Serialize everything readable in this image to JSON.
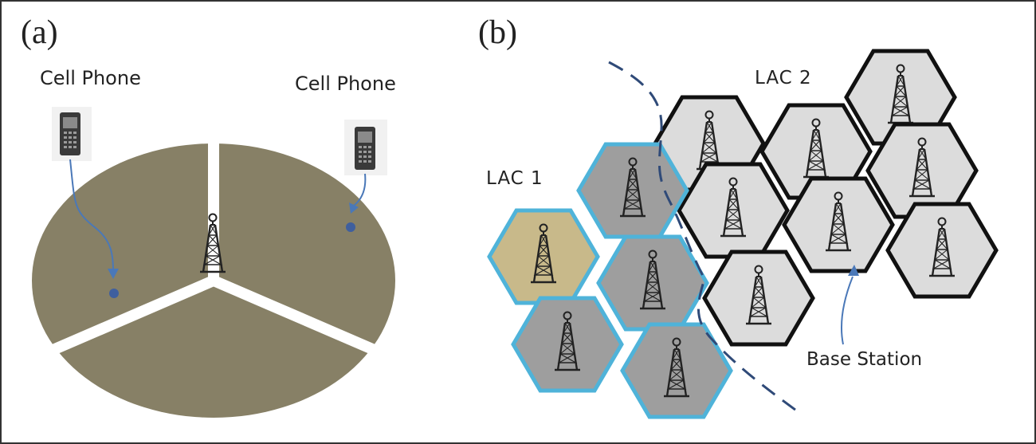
{
  "panels": {
    "a": {
      "label": "(a)",
      "phone_left_label": "Cell Phone",
      "phone_right_label": "Cell Phone",
      "sector_count": 3
    },
    "b": {
      "label": "(b)",
      "lac1_label": "LAC 1",
      "lac2_label": "LAC 2",
      "base_station_label": "Base Station"
    }
  },
  "colors": {
    "sector_fill": "#878066",
    "lac1_cell": "#9e9e9e",
    "lac1_border": "#4fb3d9",
    "lac1_highlight": "#c8b98a",
    "lac2_cell": "#dcdcdc",
    "lac2_border": "#111111",
    "arrow": "#4a78b8",
    "phone_dot": "#3f5f9e"
  },
  "icons": {
    "tower": "cell-tower-icon",
    "phone": "mobile-phone-icon"
  }
}
